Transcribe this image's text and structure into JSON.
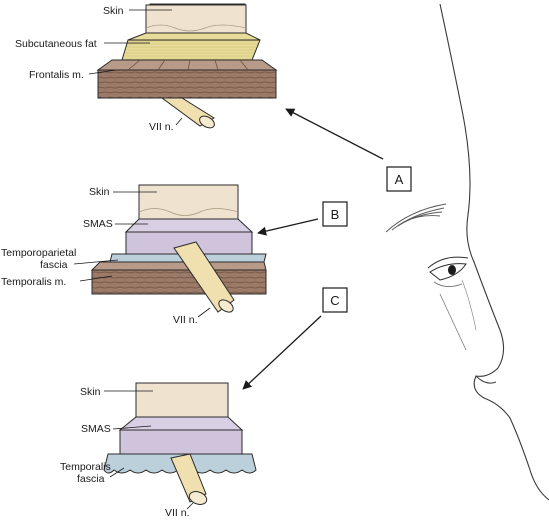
{
  "panel_a": {
    "letter": "A",
    "skin": "Skin",
    "fat": "Subcutaneous fat",
    "muscle": "Frontalis m.",
    "nerve": "VII n."
  },
  "panel_b": {
    "letter": "B",
    "skin": "Skin",
    "smas": "SMAS",
    "fascia_line1": "Temporoparietal",
    "fascia_line2": "fascia",
    "muscle": "Temporalis m.",
    "nerve": "VII n."
  },
  "panel_c": {
    "letter": "C",
    "skin": "Skin",
    "smas": "SMAS",
    "fascia_line1": "Temporalis",
    "fascia_line2": "fascia",
    "nerve": "VII n."
  },
  "colors": {
    "skin": "#efe3cf",
    "fat": "#e8dc9a",
    "muscle": "#9c7a68",
    "smas": "#cfc4dc",
    "fascia": "#bcd0dc",
    "nerve": "#f0e0b0",
    "outline": "#2b2b2b"
  }
}
